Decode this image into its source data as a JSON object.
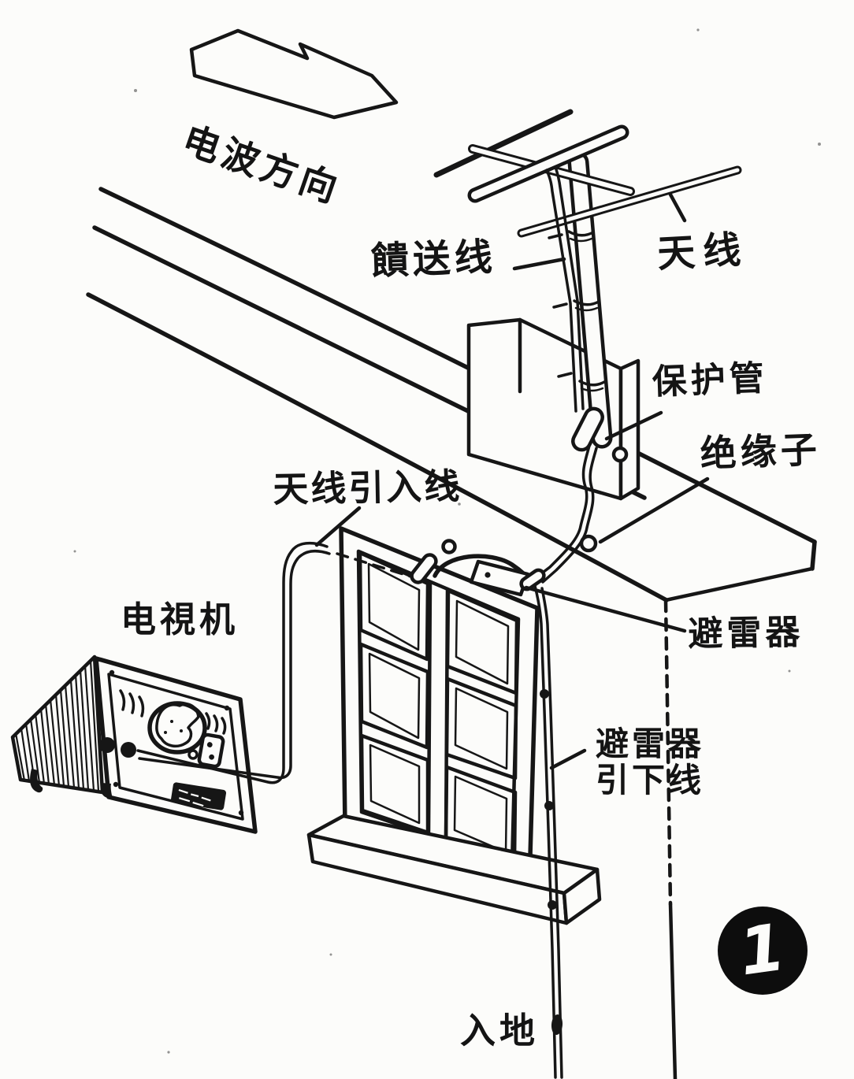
{
  "figure": {
    "number": "1"
  },
  "colors": {
    "ink": "#161616",
    "paper": "#fcfcfa"
  },
  "labels": {
    "wave_direction": "电波方向",
    "feed_line": "饋送线",
    "antenna": "天线",
    "protection_tube": "保护管",
    "insulator": "绝缘子",
    "lead_in": "天线引入线",
    "tv_set": "电視机",
    "arrester": "避雷器",
    "arrester_downlead_l1": "避雷器",
    "arrester_downlead_l2": "引下线",
    "ground": "入地"
  }
}
